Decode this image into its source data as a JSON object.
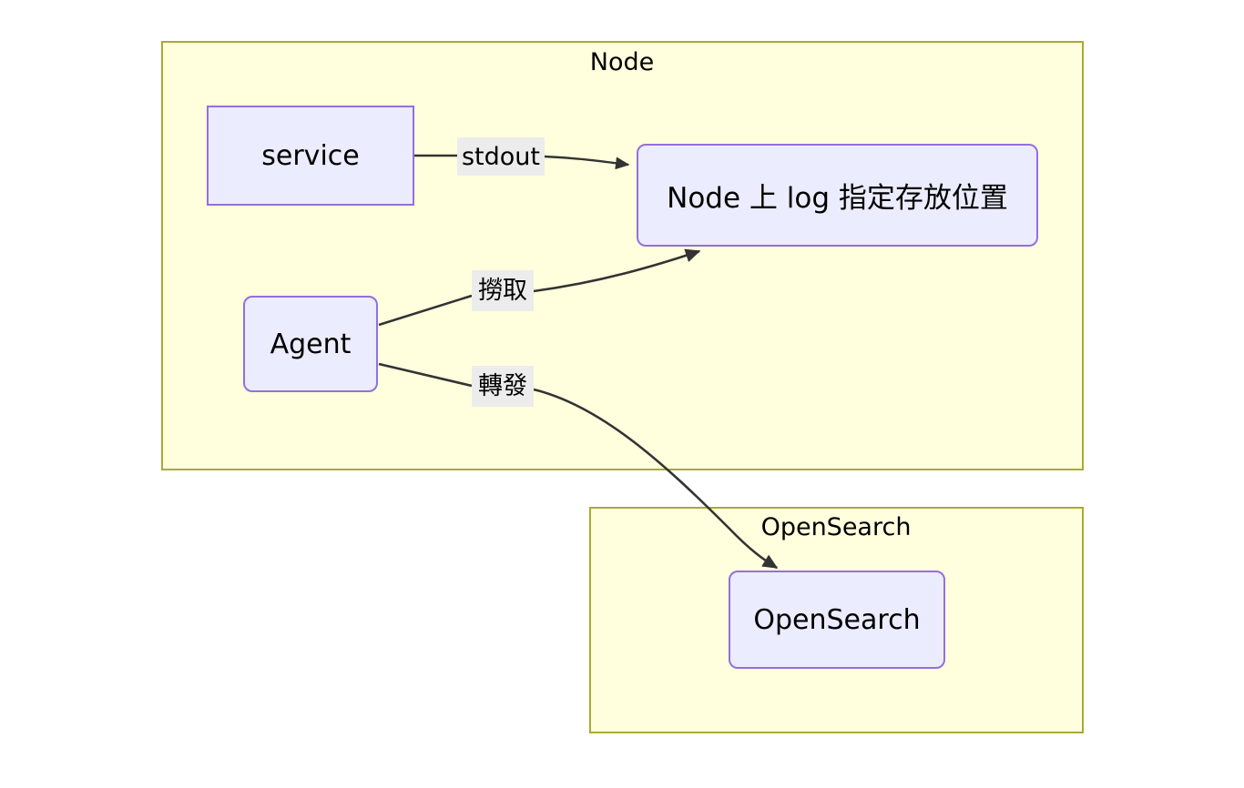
{
  "diagram": {
    "type": "flowchart",
    "title": "",
    "clusters": [
      {
        "id": "node",
        "label": "Node",
        "fill": "#ffffde",
        "stroke": "#aaaa33"
      },
      {
        "id": "opensearch",
        "label": "OpenSearch",
        "fill": "#ffffde",
        "stroke": "#aaaa33"
      }
    ],
    "nodes": [
      {
        "id": "service",
        "label": "service",
        "shape": "rect",
        "cluster": "node",
        "fill": "#ececff",
        "stroke": "#9370db"
      },
      {
        "id": "logstore",
        "label": "Node 上 log 指定存放位置",
        "shape": "rounded-rect",
        "cluster": "node",
        "fill": "#ececff",
        "stroke": "#9370db"
      },
      {
        "id": "agent",
        "label": "Agent",
        "shape": "rounded-rect",
        "cluster": "node",
        "fill": "#ececff",
        "stroke": "#9370db"
      },
      {
        "id": "opensearch",
        "label": "OpenSearch",
        "shape": "rounded-rect",
        "cluster": "opensearch",
        "fill": "#ececff",
        "stroke": "#9370db"
      }
    ],
    "edges": [
      {
        "id": "service-to-logstore",
        "from": "service",
        "to": "logstore",
        "label": "stdout",
        "arrow": "end",
        "stroke": "#333333"
      },
      {
        "id": "agent-to-logstore",
        "from": "agent",
        "to": "logstore",
        "label": "撈取",
        "arrow": "end",
        "stroke": "#333333"
      },
      {
        "id": "agent-to-opensearch",
        "from": "agent",
        "to": "opensearch",
        "label": "轉發",
        "arrow": "end",
        "stroke": "#333333"
      }
    ],
    "colors": {
      "cluster_fill": "#ffffde",
      "cluster_stroke": "#aaaa33",
      "node_fill": "#ececff",
      "node_stroke": "#9370db",
      "edge_stroke": "#333333",
      "edge_label_bg": "#ececec",
      "text": "#000000",
      "canvas": "#ffffff"
    }
  }
}
